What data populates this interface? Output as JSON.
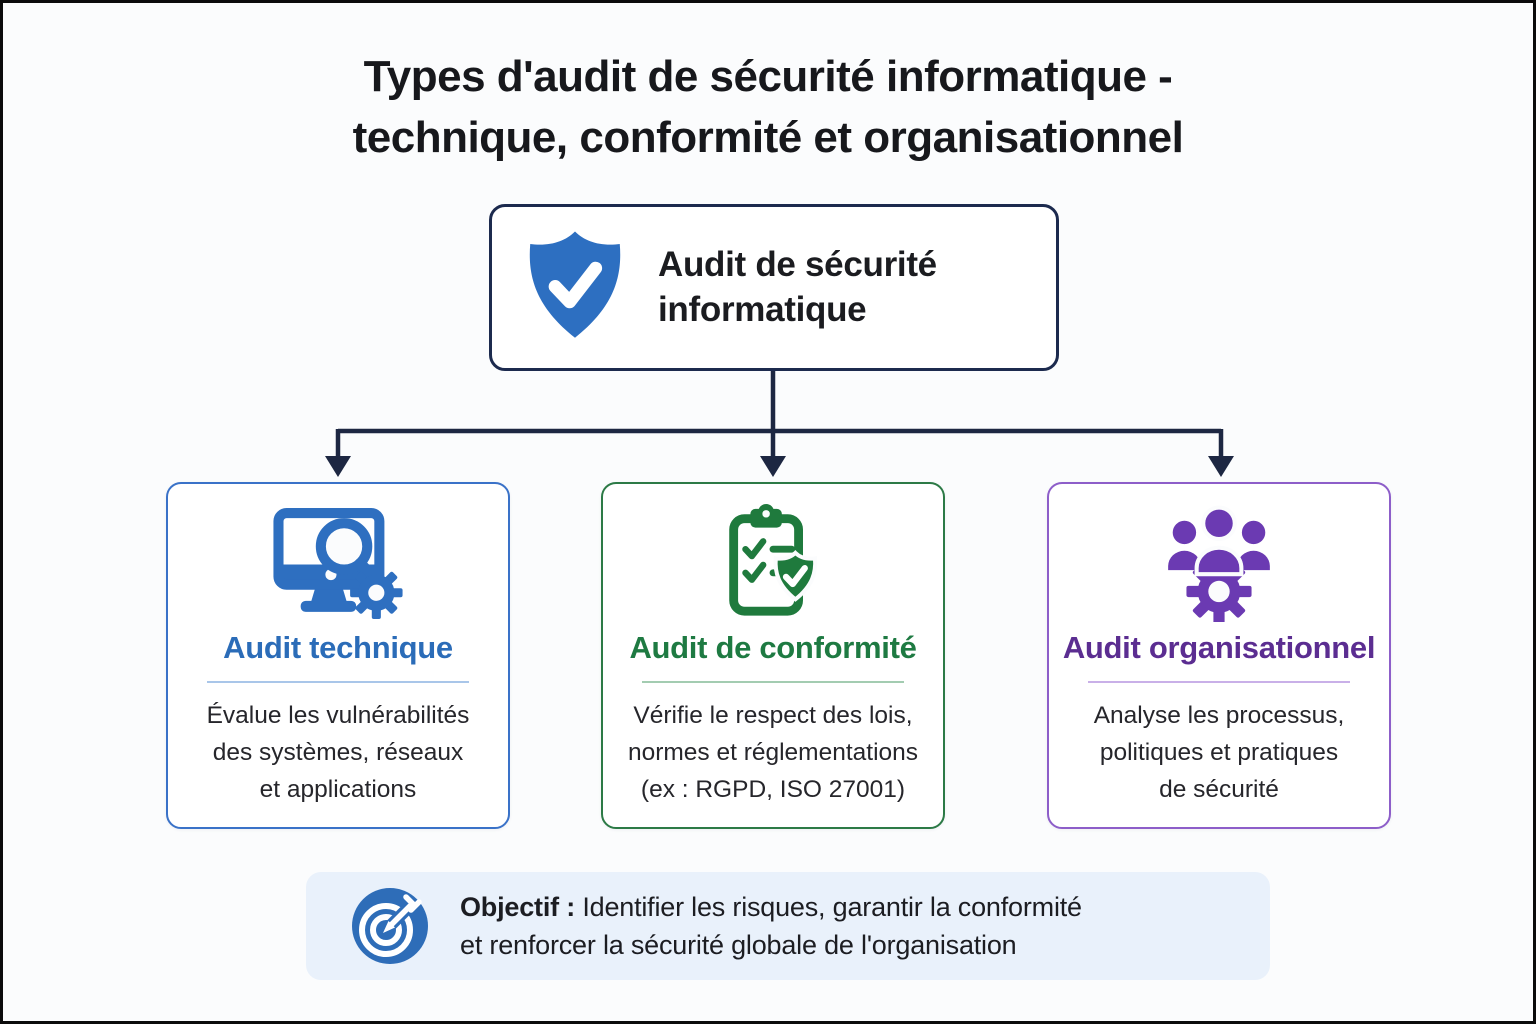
{
  "title": {
    "line1": "Types d'audit de sécurité informatique -",
    "line2": "technique, conformité et organisationnel"
  },
  "root": {
    "label": "Audit de sécurité informatique",
    "icon": "shield-check-icon",
    "border_color": "#1c2a4e",
    "icon_color": "#2d6fc1"
  },
  "connector_color": "#1d2742",
  "cards": [
    {
      "id": "technique",
      "title": "Audit technique",
      "icon": "monitor-search-gear-icon",
      "accent": "#2b6cb8",
      "border": "#3a72c8",
      "divider": "#a9c6e9",
      "body_lines": [
        "Évalue les vulnérabilités",
        "des systèmes, réseaux",
        "et applications"
      ]
    },
    {
      "id": "conformite",
      "title": "Audit de conformité",
      "icon": "clipboard-shield-icon",
      "accent": "#1e7a42",
      "border": "#2c7a46",
      "divider": "#a3ccb1",
      "body_lines": [
        "Vérifie le respect des lois,",
        "normes et réglementations",
        "(ex : RGPD, ISO 27001)"
      ]
    },
    {
      "id": "organisationnel",
      "title": "Audit organisationnel",
      "icon": "people-gear-icon",
      "accent": "#5b2d91",
      "border": "#8d5ec9",
      "divider": "#c9b0e8",
      "body_lines": [
        "Analyse les processus,",
        "politiques et pratiques",
        "de sécurité"
      ]
    }
  ],
  "objective": {
    "lead": "Objectif :",
    "line1": "Identifier les risques, garantir la conformité",
    "line2": "et renforcer la sécurité globale de l'organisation",
    "icon": "target-arrow-icon",
    "background": "#e9f1fb",
    "icon_background": "#2e6db8"
  },
  "palette": {
    "canvas_background": "#fbfcfd",
    "frame_border": "#0b0b0b",
    "title_text": "#17181c",
    "body_text": "#26262b"
  }
}
